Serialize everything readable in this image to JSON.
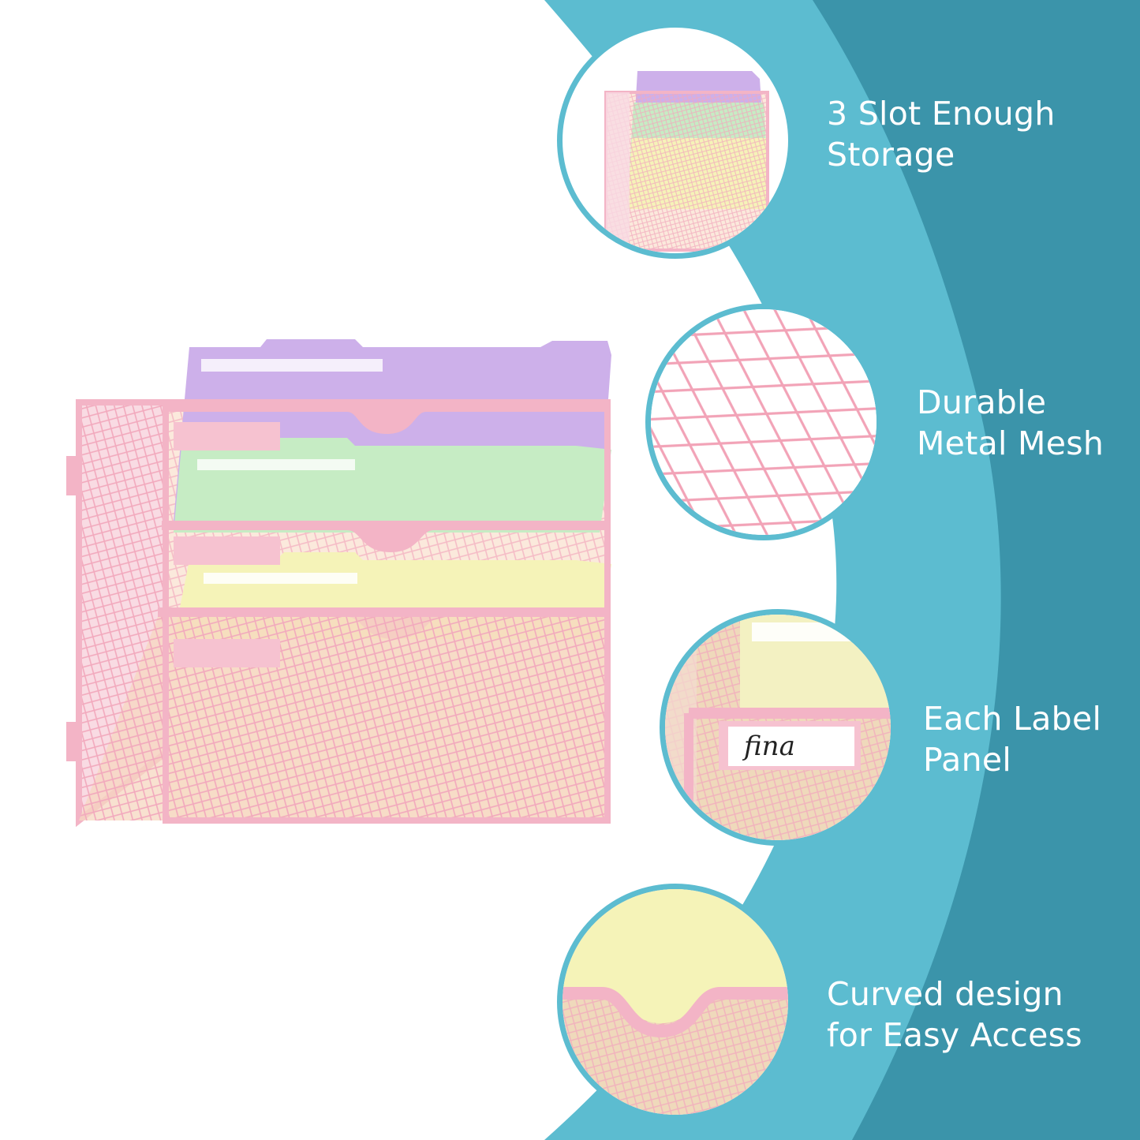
{
  "colors": {
    "teal_light": "#5cbcd0",
    "teal_dark": "#3b94aa",
    "mesh_pink": "#f4b8c8",
    "folder_purple": "#cdb0ea",
    "folder_green": "#c6ecc4",
    "folder_yellow": "#f5f3b8"
  },
  "features": [
    {
      "line1": "3 Slot Enough",
      "line2": "Storage"
    },
    {
      "line1": "Durable",
      "line2": "Metal Mesh"
    },
    {
      "line1": "Each Label",
      "line2": "Panel"
    },
    {
      "line1": "Curved design",
      "line2": "for Easy Access"
    }
  ],
  "label_panel": {
    "text": "fina"
  }
}
